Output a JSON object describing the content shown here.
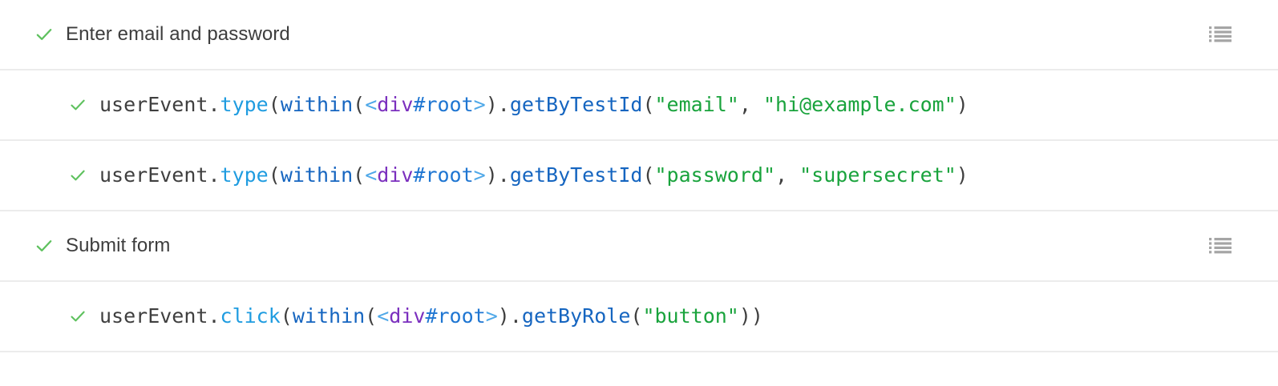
{
  "colors": {
    "background": "#ffffff",
    "divider": "#ececec",
    "check_green": "#5ec15e",
    "label_text": "#3d3d3d",
    "code_plain": "#3f3f3f",
    "code_method": "#1f9ce0",
    "code_function": "#1565c0",
    "code_tag": "#7b2fbe",
    "code_bracket": "#4fa8e8",
    "code_id": "#1f76d2",
    "code_string": "#19a33c",
    "list_icon": "#a5a5a5"
  },
  "icons": {
    "check": "check-icon",
    "list": "list-icon"
  },
  "rows": [
    {
      "kind": "suite",
      "status": "passed",
      "label": "Enter email and password",
      "has_list_icon": true
    },
    {
      "kind": "code",
      "status": "passed",
      "code_text": "userEvent.type(within(<div#root>).getByTestId(\"email\"), \"hi@example.com\")",
      "tokens": [
        {
          "text": "userEvent",
          "type": "plain"
        },
        {
          "text": ".",
          "type": "plain"
        },
        {
          "text": "type",
          "type": "method"
        },
        {
          "text": "(",
          "type": "plain"
        },
        {
          "text": "within",
          "type": "fn"
        },
        {
          "text": "(",
          "type": "plain"
        },
        {
          "text": "<",
          "type": "bracket"
        },
        {
          "text": "div",
          "type": "tag"
        },
        {
          "text": "#root",
          "type": "id"
        },
        {
          "text": ">",
          "type": "bracket"
        },
        {
          "text": ")",
          "type": "plain"
        },
        {
          "text": ".",
          "type": "plain"
        },
        {
          "text": "getByTestId",
          "type": "fn"
        },
        {
          "text": "(",
          "type": "plain"
        },
        {
          "text": "\"email\"",
          "type": "string"
        },
        {
          "text": ", ",
          "type": "plain"
        },
        {
          "text": "\"hi@example.com\"",
          "type": "string"
        },
        {
          "text": ")",
          "type": "plain"
        }
      ]
    },
    {
      "kind": "code",
      "status": "passed",
      "code_text": "userEvent.type(within(<div#root>).getByTestId(\"password\"), \"supersecret\")",
      "tokens": [
        {
          "text": "userEvent",
          "type": "plain"
        },
        {
          "text": ".",
          "type": "plain"
        },
        {
          "text": "type",
          "type": "method"
        },
        {
          "text": "(",
          "type": "plain"
        },
        {
          "text": "within",
          "type": "fn"
        },
        {
          "text": "(",
          "type": "plain"
        },
        {
          "text": "<",
          "type": "bracket"
        },
        {
          "text": "div",
          "type": "tag"
        },
        {
          "text": "#root",
          "type": "id"
        },
        {
          "text": ">",
          "type": "bracket"
        },
        {
          "text": ")",
          "type": "plain"
        },
        {
          "text": ".",
          "type": "plain"
        },
        {
          "text": "getByTestId",
          "type": "fn"
        },
        {
          "text": "(",
          "type": "plain"
        },
        {
          "text": "\"password\"",
          "type": "string"
        },
        {
          "text": ", ",
          "type": "plain"
        },
        {
          "text": "\"supersecret\"",
          "type": "string"
        },
        {
          "text": ")",
          "type": "plain"
        }
      ]
    },
    {
      "kind": "suite",
      "status": "passed",
      "label": "Submit form",
      "has_list_icon": true
    },
    {
      "kind": "code",
      "status": "passed",
      "code_text": "userEvent.click(within(<div#root>).getByRole(\"button\"))",
      "tokens": [
        {
          "text": "userEvent",
          "type": "plain"
        },
        {
          "text": ".",
          "type": "plain"
        },
        {
          "text": "click",
          "type": "method"
        },
        {
          "text": "(",
          "type": "plain"
        },
        {
          "text": "within",
          "type": "fn"
        },
        {
          "text": "(",
          "type": "plain"
        },
        {
          "text": "<",
          "type": "bracket"
        },
        {
          "text": "div",
          "type": "tag"
        },
        {
          "text": "#root",
          "type": "id"
        },
        {
          "text": ">",
          "type": "bracket"
        },
        {
          "text": ")",
          "type": "plain"
        },
        {
          "text": ".",
          "type": "plain"
        },
        {
          "text": "getByRole",
          "type": "fn"
        },
        {
          "text": "(",
          "type": "plain"
        },
        {
          "text": "\"button\"",
          "type": "string"
        },
        {
          "text": ")",
          "type": "plain"
        },
        {
          "text": ")",
          "type": "plain"
        }
      ]
    }
  ]
}
